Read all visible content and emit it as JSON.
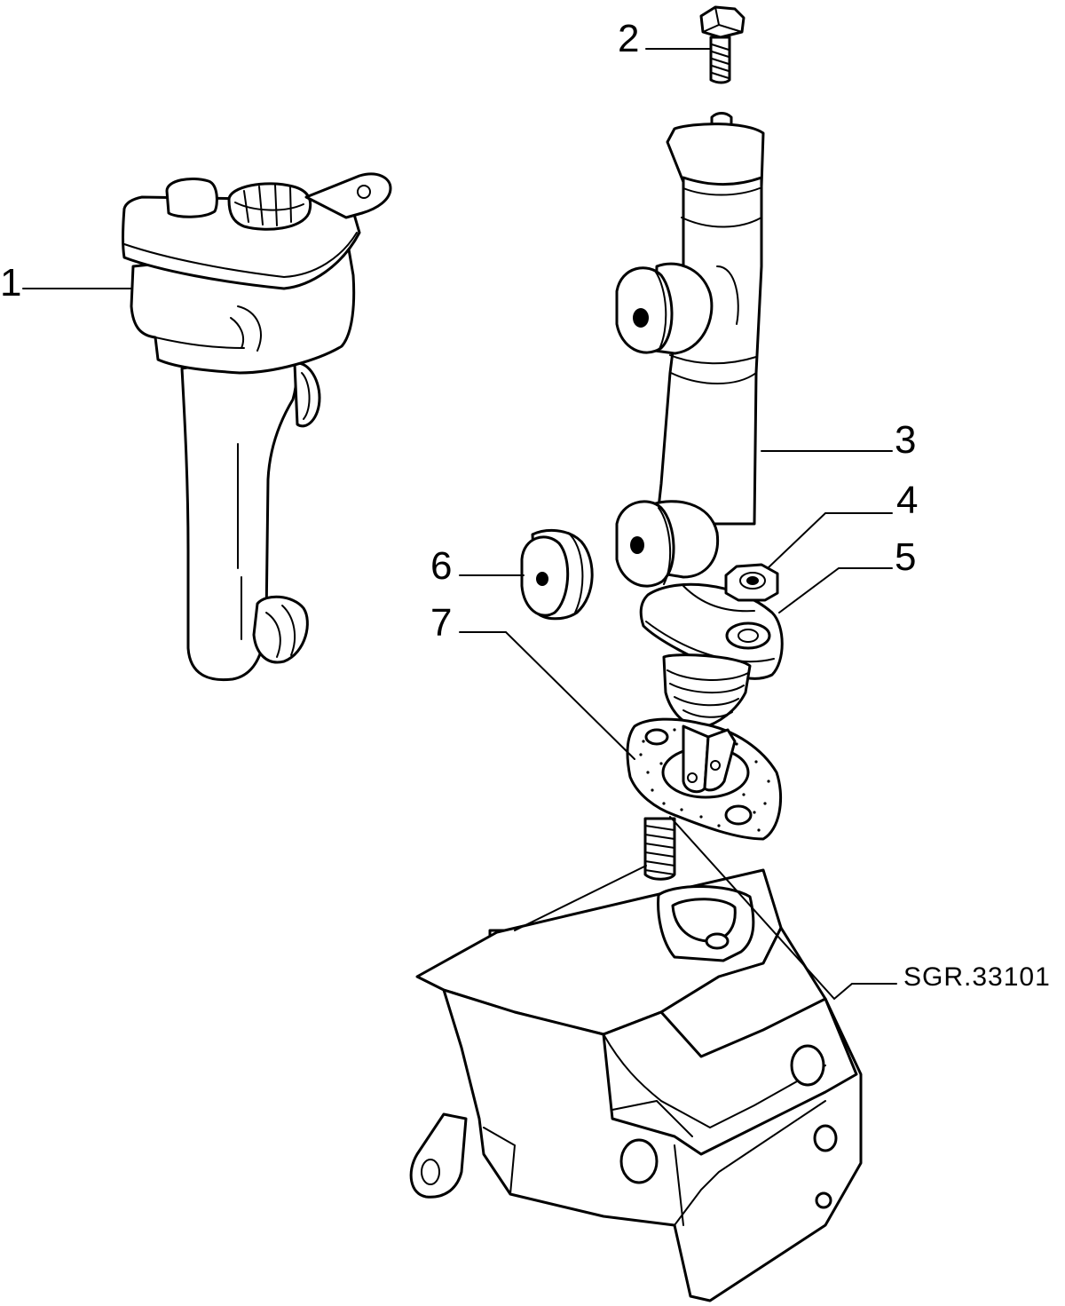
{
  "callouts": [
    "1",
    "2",
    "3",
    "4",
    "5",
    "6",
    "7"
  ],
  "reference_code": "SGR.33101"
}
